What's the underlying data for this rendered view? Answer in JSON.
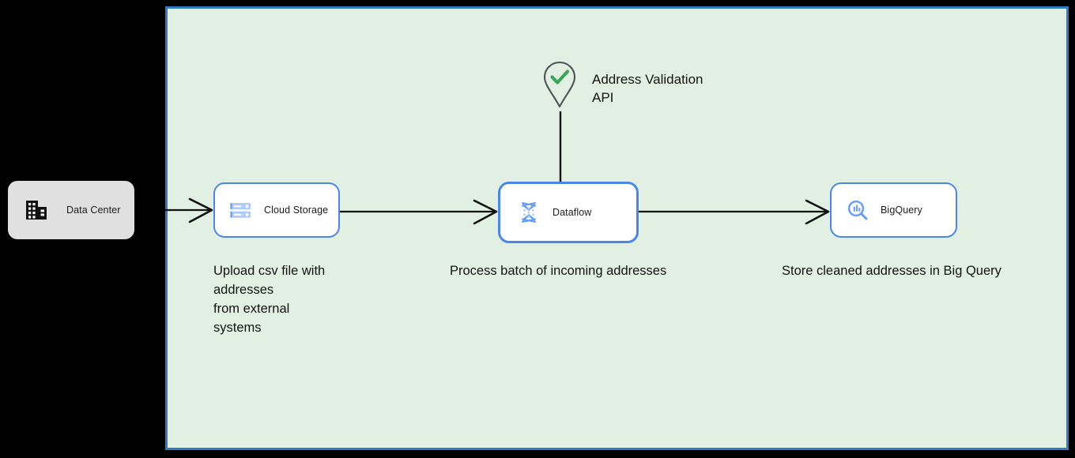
{
  "canvas": {
    "background_color": "#000000",
    "group_background_color": "#e2efe3",
    "group_border_color": "#2f7bc8",
    "accent_color": "#4a86e8",
    "onprem_fill_color": "#e0e0e0",
    "check_color": "#3aa655",
    "pin_stroke_color": "#4d5358",
    "connector_color": "#121212"
  },
  "nodes": {
    "data_center": {
      "label": "Data Center",
      "icon": "data-center-building-icon"
    },
    "cloud_storage": {
      "label": "Cloud Storage",
      "icon": "cloud-storage-icon"
    },
    "dataflow": {
      "label": "Dataflow",
      "icon": "dataflow-icon"
    },
    "bigquery": {
      "label": "BigQuery",
      "icon": "bigquery-icon"
    },
    "address_validation": {
      "label": "Address Validation\nAPI",
      "icon": "map-pin-check-icon"
    }
  },
  "captions": {
    "cloud_storage": "Upload csv file with\naddresses\nfrom external\nsystems",
    "dataflow": "Process batch of incoming addresses",
    "bigquery": "Store cleaned addresses in Big Query"
  },
  "connectors": [
    {
      "name": "data-center-to-cloud-storage",
      "from": "Data Center",
      "to": "Cloud Storage",
      "arrow": "open"
    },
    {
      "name": "cloud-storage-to-dataflow",
      "from": "Cloud Storage",
      "to": "Dataflow",
      "arrow": "open"
    },
    {
      "name": "dataflow-to-bigquery",
      "from": "Dataflow",
      "to": "BigQuery",
      "arrow": "open"
    },
    {
      "name": "address-validation-to-dataflow",
      "from": "Address Validation API",
      "to": "Dataflow",
      "arrow": "none"
    }
  ]
}
